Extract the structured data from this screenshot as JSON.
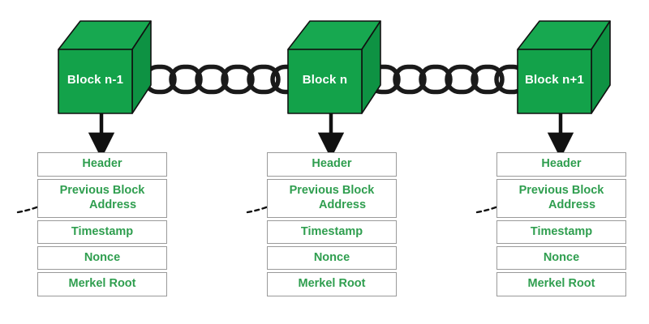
{
  "diagram": {
    "title": "Blockchain block structure chain",
    "colors": {
      "cube_front": "#13a24a",
      "cube_top": "#17a850",
      "cube_side": "#0e9243",
      "cube_outline": "#111111",
      "chain": "#1a1a1a",
      "field_text": "#2f9e4f",
      "field_border": "#9a9a9a",
      "arrow": "#111111",
      "background": "#ffffff"
    },
    "blocks": [
      {
        "id": "block-n-minus-1",
        "cube_label": "Block n-1",
        "fields": [
          {
            "name": "header",
            "label": "Header",
            "lines": [
              "Header"
            ]
          },
          {
            "name": "previous-block-address",
            "label": "Previous Block Address",
            "lines": [
              "Previous Block",
              "Address"
            ]
          },
          {
            "name": "timestamp",
            "label": "Timestamp",
            "lines": [
              "Timestamp"
            ]
          },
          {
            "name": "nonce",
            "label": "Nonce",
            "lines": [
              "Nonce"
            ]
          },
          {
            "name": "merkel-root",
            "label": "Merkel Root",
            "lines": [
              "Merkel Root"
            ]
          }
        ]
      },
      {
        "id": "block-n",
        "cube_label": "Block n",
        "fields": [
          {
            "name": "header",
            "label": "Header",
            "lines": [
              "Header"
            ]
          },
          {
            "name": "previous-block-address",
            "label": "Previous Block Address",
            "lines": [
              "Previous Block",
              "Address"
            ]
          },
          {
            "name": "timestamp",
            "label": "Timestamp",
            "lines": [
              "Timestamp"
            ]
          },
          {
            "name": "nonce",
            "label": "Nonce",
            "lines": [
              "Nonce"
            ]
          },
          {
            "name": "merkel-root",
            "label": "Merkel Root",
            "lines": [
              "Merkel Root"
            ]
          }
        ]
      },
      {
        "id": "block-n-plus-1",
        "cube_label": "Block n+1",
        "fields": [
          {
            "name": "header",
            "label": "Header",
            "lines": [
              "Header"
            ]
          },
          {
            "name": "previous-block-address",
            "label": "Previous Block Address",
            "lines": [
              "Previous Block",
              "Address"
            ]
          },
          {
            "name": "timestamp",
            "label": "Timestamp",
            "lines": [
              "Timestamp"
            ]
          },
          {
            "name": "nonce",
            "label": "Nonce",
            "lines": [
              "Nonce"
            ]
          },
          {
            "name": "merkel-root",
            "label": "Merkel Root",
            "lines": [
              "Merkel Root"
            ]
          }
        ]
      }
    ],
    "connectors": {
      "chain_left": {
        "name": "chain-link-connector-left",
        "links": 5
      },
      "chain_right": {
        "name": "chain-link-connector-right",
        "links": 5
      },
      "down_arrows": 3,
      "dashed_arrows": 3
    }
  }
}
